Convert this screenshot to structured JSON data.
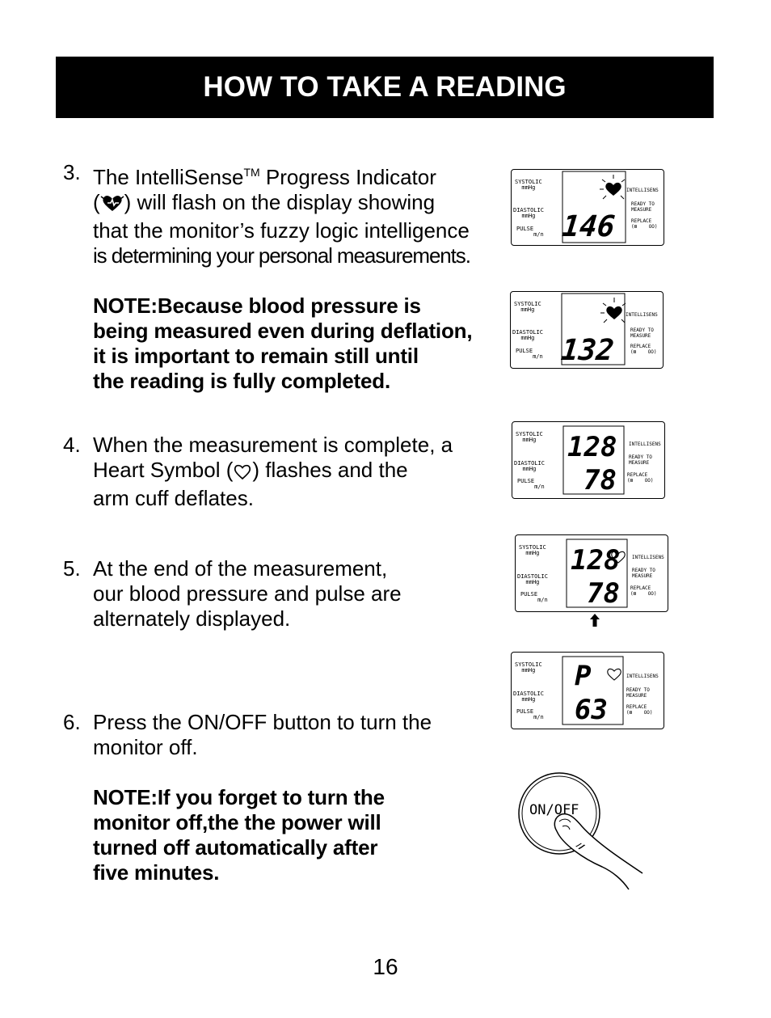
{
  "header": {
    "title": "HOW TO TAKE A READING"
  },
  "steps": [
    {
      "number": "3.",
      "line1_pre": "The IntelliSense",
      "tm": "TM",
      "line1_post": " Progress Indicator",
      "line2_pre": "(",
      "line2_post": ") will flash on the display showing",
      "line3": "that the monitor’s fuzzy logic intelligence",
      "line4": "is determining your personal measurements.",
      "note": [
        "NOTE:Because blood pressure is",
        "being measured even during deflation,",
        "it is important to remain still until",
        "the reading is fully completed."
      ]
    },
    {
      "number": "4.",
      "line1": "When the measurement is complete, a",
      "line2_pre": "Heart Symbol (",
      "line2_post": ") flashes and the",
      "line3": "arm cuff deflates."
    },
    {
      "number": "5.",
      "line1": "At the end of the measurement,",
      "line2": "our blood pressure and pulse are",
      "line3": "alternately displayed."
    },
    {
      "number": "6.",
      "line1": "Press the ON/OFF button to turn the",
      "line2": "monitor off.",
      "note": [
        "NOTE:If you forget to turn the",
        "monitor off,the the power will",
        "turned off automatically after",
        "five minutes."
      ]
    }
  ],
  "lcd_labels": {
    "systolic": "SYSTOLIC",
    "diastolic": "DIASTOLIC",
    "unit": "mmHg",
    "pulse": "PULSE",
    "per_min": "m/n",
    "intellisense": "INTELLISENS",
    "ready_to": "READY TO",
    "measure": "MEASURE",
    "replace": "REPLACE",
    "battery": "OO"
  },
  "displays": [
    {
      "top": "146",
      "bottom": ""
    },
    {
      "top": "132",
      "bottom": ""
    },
    {
      "top": "128",
      "bottom": "78"
    },
    {
      "top": "128",
      "bottom": "78"
    },
    {
      "top": "P",
      "bottom": "63"
    }
  ],
  "button": {
    "label": "ON/OFF"
  },
  "page_number": "16"
}
